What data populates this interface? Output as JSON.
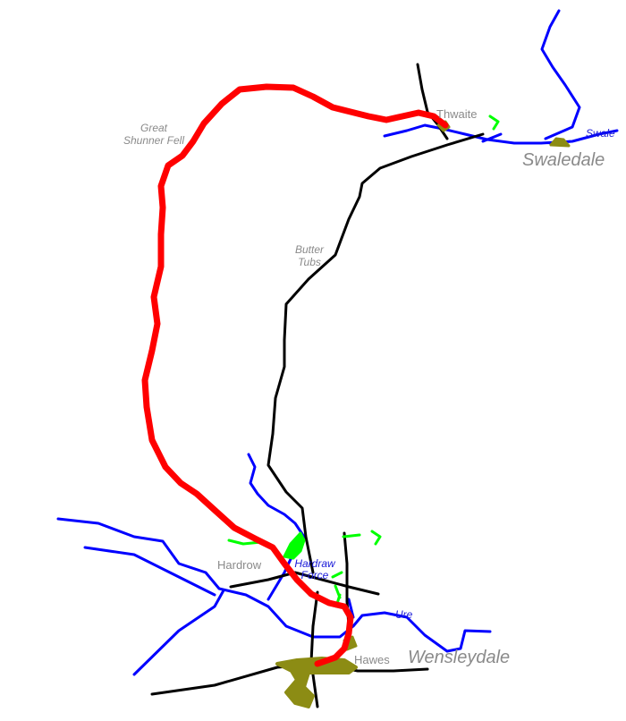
{
  "map": {
    "colors": {
      "route": "#ff0000",
      "road": "#000000",
      "river": "#0000ff",
      "woodland": "#00ff00",
      "settlement": "#8c8c14",
      "label_grey": "#8a8a8a",
      "label_river": "#1a1ad8"
    },
    "places": {
      "thwaite": "Thwaite",
      "hardrow": "Hardrow",
      "hawes": "Hawes"
    },
    "features": {
      "great_shunner_fell_1": "Great",
      "great_shunner_fell_2": "Shunner Fell",
      "butter_tubs_1": "Butter",
      "butter_tubs_2": "Tubs",
      "hardraw_force_1": "Hardraw",
      "hardraw_force_2": "Force"
    },
    "dales": {
      "swaledale": "Swaledale",
      "wensleydale": "Wensleydale"
    },
    "rivers": {
      "swale": "Swale",
      "ure": "Ure"
    }
  }
}
